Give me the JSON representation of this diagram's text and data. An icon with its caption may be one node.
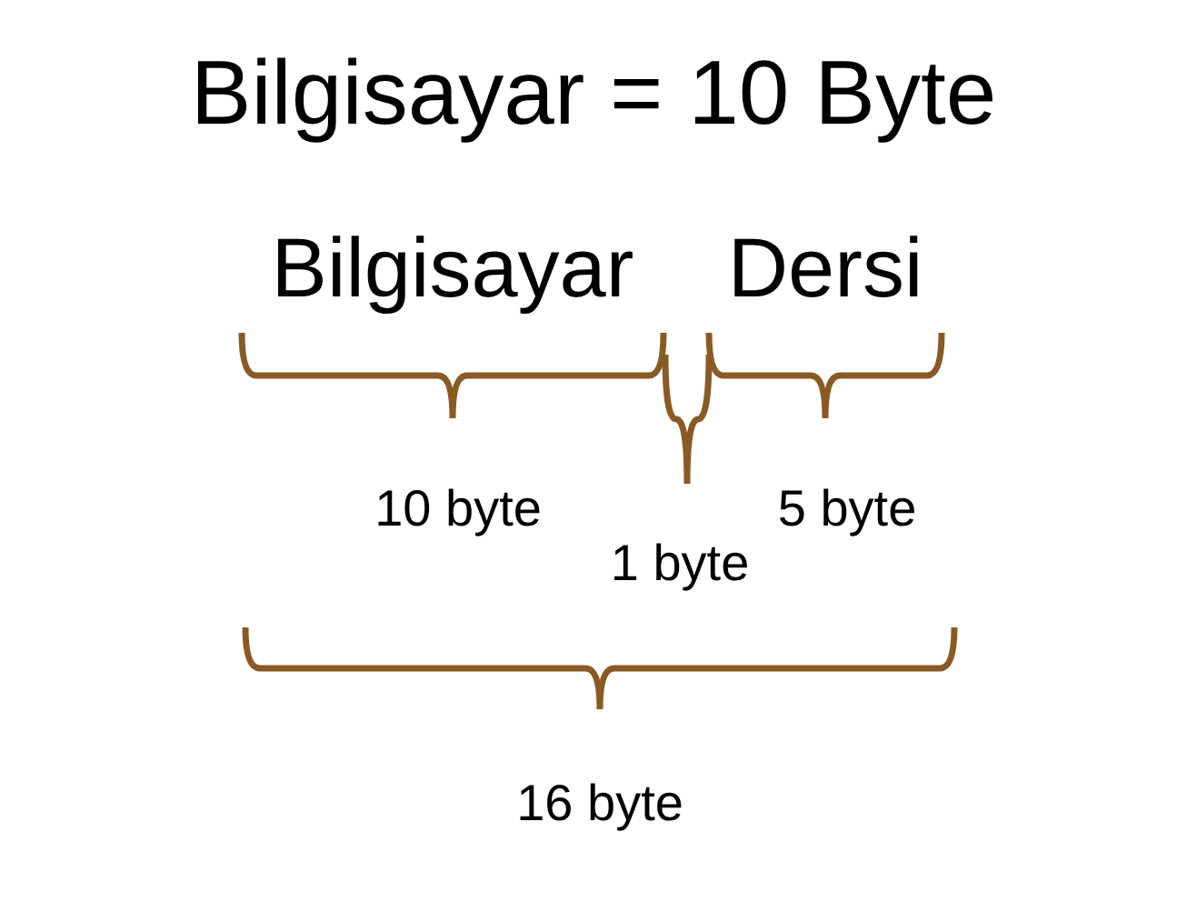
{
  "diagram": {
    "title": "Bilgisayar = 10 Byte",
    "labels": [
      "Bilgisayar",
      "Dersi",
      "10 byte",
      "5 byte",
      "1 byte",
      "16 byte"
    ]
  }
}
